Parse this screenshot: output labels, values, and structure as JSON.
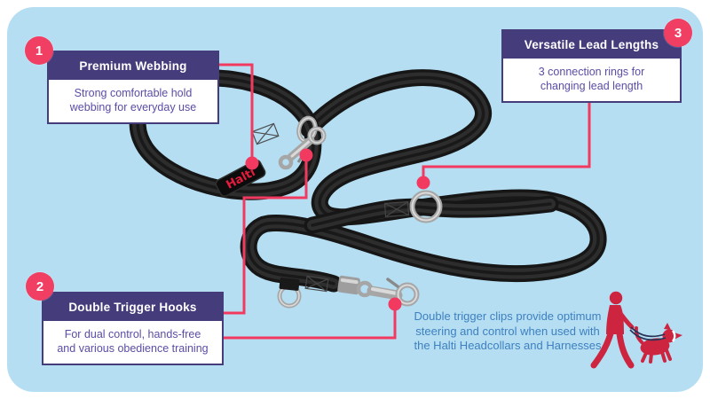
{
  "colors": {
    "background": "#b5def2",
    "frame": "#ffffff",
    "box_purple": "#453c7c",
    "body_text_purple": "#5a4da5",
    "accent_pink": "#f23a60",
    "note_blue": "#3e80c0",
    "silhouette_red": "#cd2440",
    "brand_red": "#e41b3d",
    "webbing_black": "#1d1d1d"
  },
  "callouts": [
    {
      "number": "1",
      "title": "Premium Webbing",
      "lines": [
        "Strong comfortable hold",
        "webbing for everyday use"
      ]
    },
    {
      "number": "2",
      "title": "Double Trigger Hooks",
      "lines": [
        "For dual control, hands-free",
        "and various obedience training"
      ]
    },
    {
      "number": "3",
      "title": "Versatile Lead Lengths",
      "lines": [
        "3 connection rings for",
        "changing lead length"
      ]
    }
  ],
  "note": {
    "lines": [
      "Double trigger clips provide optimum",
      "steering and control when used with",
      "the Halti Headcollars and Harnesses"
    ]
  },
  "product": {
    "brand": "Halti"
  }
}
